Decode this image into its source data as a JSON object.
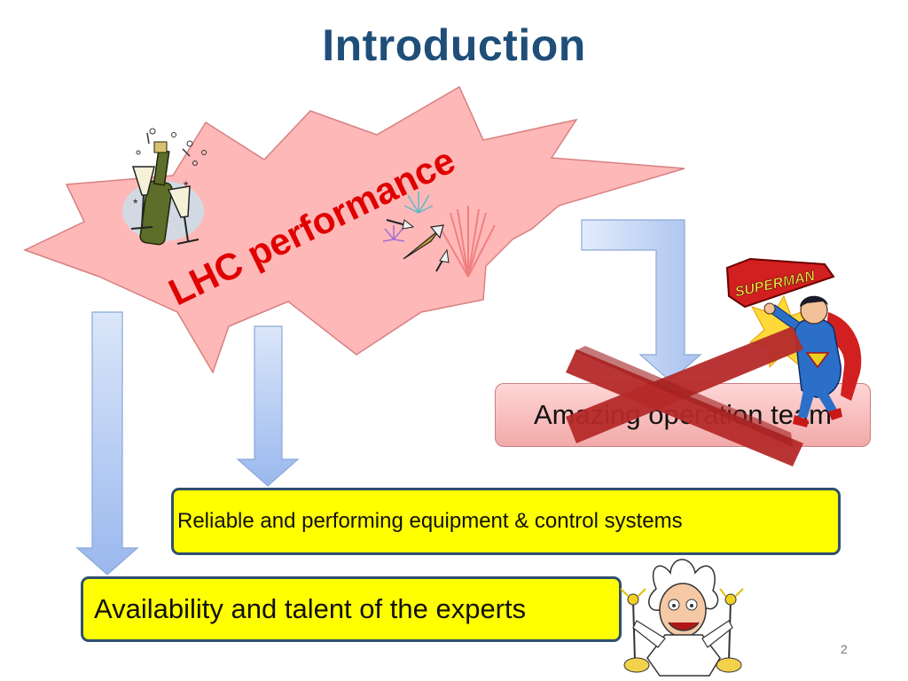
{
  "slide": {
    "title": "Introduction",
    "burst_label": "LHC performance",
    "operation_box": "Amazing operation team",
    "equipment_box": "Reliable and performing equipment & control systems",
    "experts_box": "Availability and talent of the experts",
    "page_number": "2"
  },
  "colors": {
    "title": "#1f4e79",
    "burst_fill": "#ffb3b3",
    "burst_text": "#e00000",
    "box_fill": "#ffff00",
    "box_border": "#2f4f6f",
    "arrow_fill": "#b8cdf2",
    "cross": "#b52a2a"
  },
  "icons": [
    "champagne-clipart",
    "fireworks-clipart",
    "superman-clipart",
    "scientist-clipart"
  ],
  "superman_logo_text": "SUPERMAN"
}
